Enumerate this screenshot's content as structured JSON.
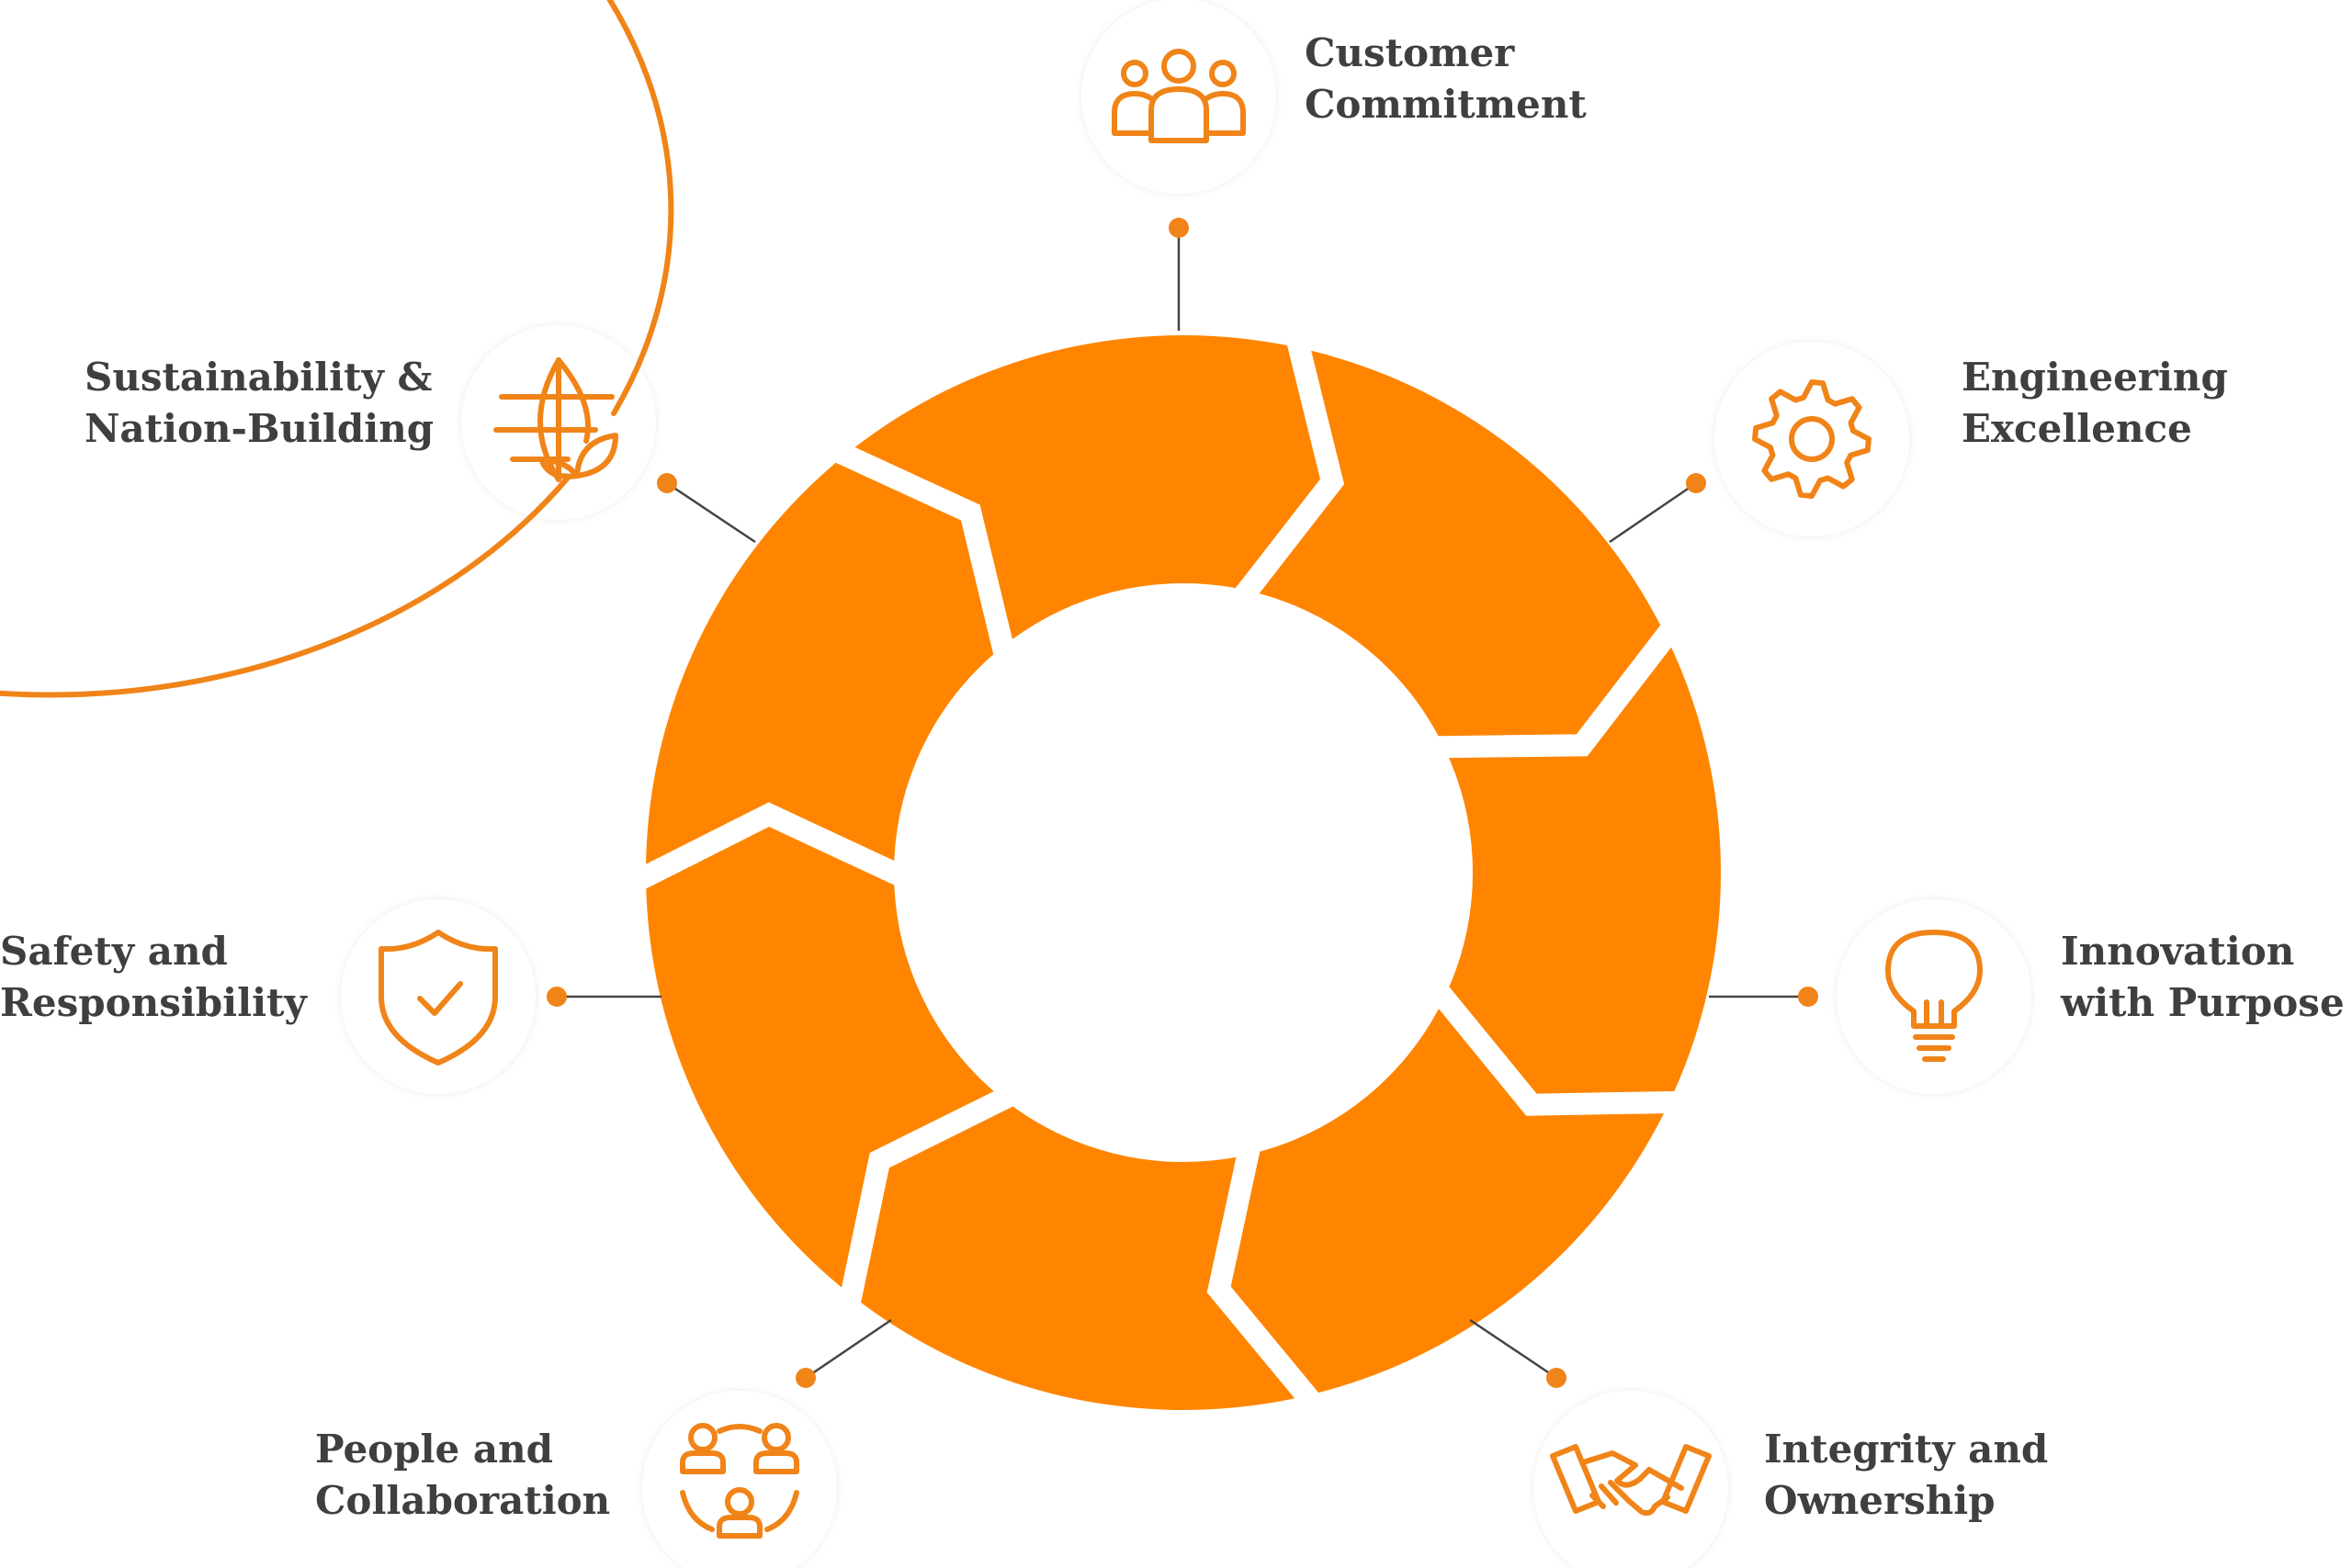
{
  "colors": {
    "ring": "#ff8500",
    "accent": "#f08418",
    "text": "#3f3f3f",
    "connector": "#444444",
    "icon_circle_shadow": "#ececec"
  },
  "ring": {
    "segments": 7
  },
  "values": [
    {
      "id": "customer",
      "lines": [
        "Customer",
        "Commitment"
      ],
      "icon": "people-group-icon"
    },
    {
      "id": "engineering",
      "lines": [
        "Engineering",
        "Excellence"
      ],
      "icon": "gear-icon"
    },
    {
      "id": "innovation",
      "lines": [
        "Innovation",
        "with Purpose"
      ],
      "icon": "lightbulb-icon"
    },
    {
      "id": "integrity",
      "lines": [
        "Integrity and",
        "Ownership"
      ],
      "icon": "handshake-icon"
    },
    {
      "id": "people",
      "lines": [
        "People and",
        "Collaboration"
      ],
      "icon": "team-network-icon"
    },
    {
      "id": "safety",
      "lines": [
        "Safety and",
        "Responsibility"
      ],
      "icon": "shield-check-icon"
    },
    {
      "id": "sustainability",
      "lines": [
        "Sustainability &",
        "Nation-Building"
      ],
      "icon": "globe-leaf-icon"
    }
  ]
}
